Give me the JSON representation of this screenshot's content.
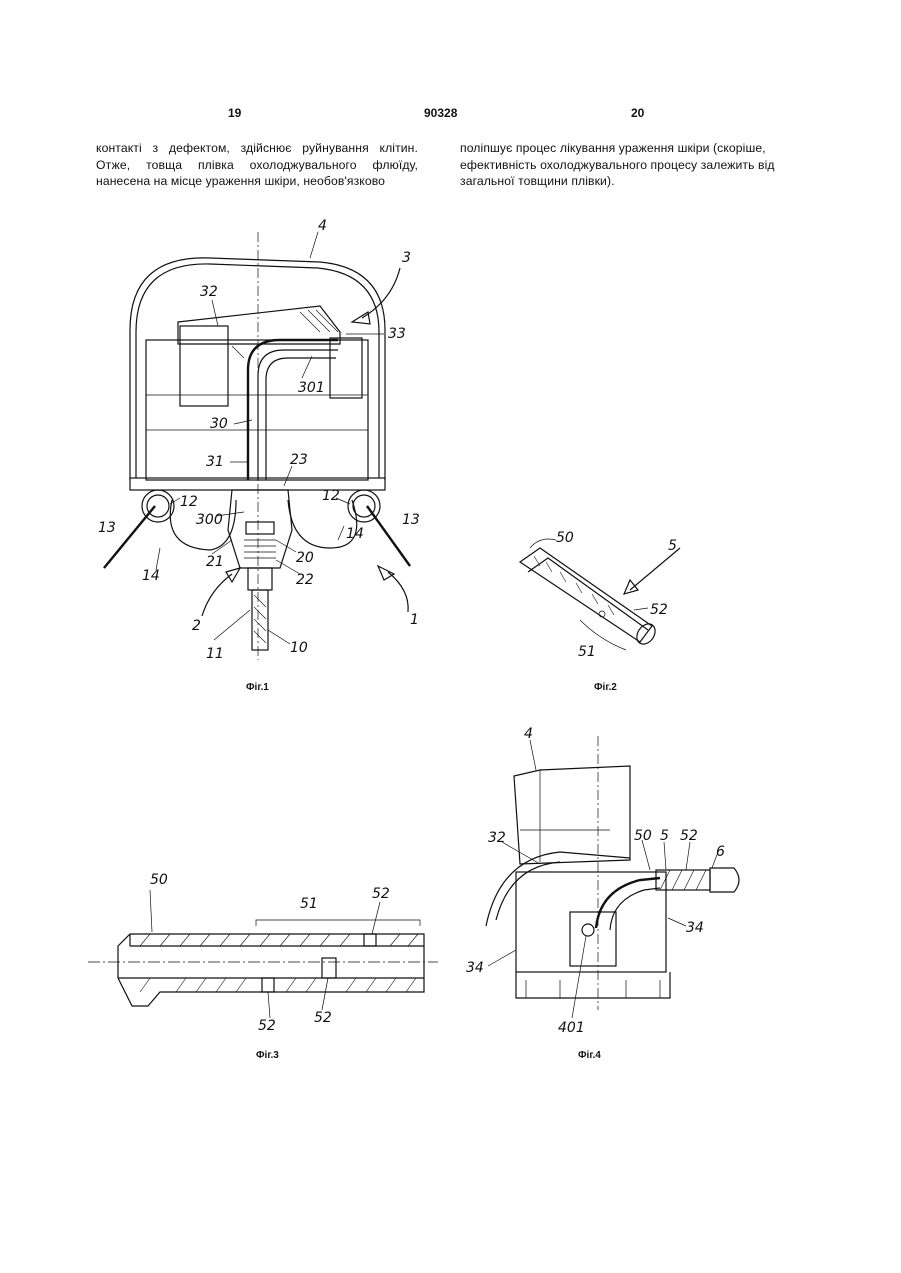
{
  "header": {
    "page_left": "19",
    "patent_number": "90328",
    "page_right": "20"
  },
  "text": {
    "left_column": "контакті з дефектом, здійснює руйнування клітин. Отже, товща плівка охолоджувального флюїду, нанесена на місце ураження шкіри, необов'язково",
    "right_column": "поліпшує процес лікування ураження шкіри (скоріше, ефективність охолоджувального процесу залежить від загальної товщини плівки)."
  },
  "figures": {
    "fig1": {
      "caption": "Фіг.1",
      "labels": [
        "4",
        "3",
        "32",
        "33",
        "301",
        "30",
        "31",
        "23",
        "12",
        "12",
        "300",
        "13",
        "14",
        "14",
        "13",
        "21",
        "20",
        "22",
        "2",
        "1",
        "11",
        "10"
      ]
    },
    "fig2": {
      "caption": "Фіг.2",
      "labels": [
        "50",
        "5",
        "52",
        "51"
      ]
    },
    "fig3": {
      "caption": "Фіг.3",
      "labels": [
        "50",
        "51",
        "52",
        "52",
        "52"
      ]
    },
    "fig4": {
      "caption": "Фіг.4",
      "labels": [
        "4",
        "32",
        "50",
        "5",
        "52",
        "6",
        "34",
        "34",
        "401"
      ]
    }
  }
}
